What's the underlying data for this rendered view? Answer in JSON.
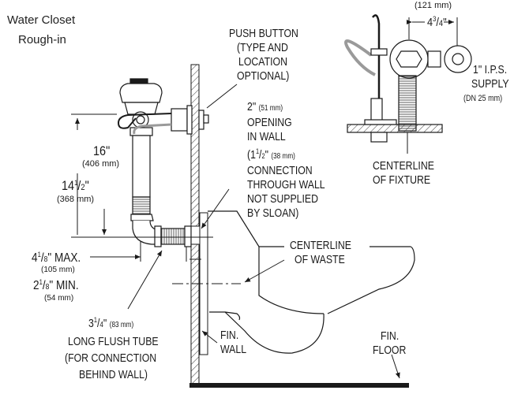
{
  "title": {
    "line1": "Water Closet",
    "line2": "Rough-in"
  },
  "labels": {
    "push_button": [
      "PUSH BUTTON",
      "(TYPE AND",
      "LOCATION",
      "OPTIONAL)"
    ],
    "opening": {
      "size": "2\"",
      "size_mm": "(51 mm)",
      "lines_a": [
        "OPENING",
        "IN WALL"
      ],
      "conn_whole": "(1",
      "conn_num": "1",
      "conn_den": "2",
      "conn_unit": "\"",
      "conn_mm": "(38 mm)",
      "lines_b": [
        "CONNECTION",
        "THROUGH WALL",
        "NOT SUPPLIED",
        "BY SLOAN)"
      ]
    },
    "supply_width": {
      "mm": "(121 mm)",
      "whole": "4",
      "num": "3",
      "den": "4",
      "unit": "\""
    },
    "supply": [
      "1\" I.P.S.",
      "SUPPLY",
      "(DN  25 mm)"
    ],
    "centerline_fixture": [
      "CENTERLINE",
      "OF FIXTURE"
    ],
    "centerline_waste": [
      "CENTERLINE",
      "OF WASTE"
    ],
    "height_16": {
      "value": "16\"",
      "mm": "(406 mm)"
    },
    "height_14": {
      "whole": "14",
      "num": "1",
      "den": "2",
      "unit": "\"",
      "mm": "(368 mm)"
    },
    "max": {
      "whole": "4",
      "num": "1",
      "den": "8",
      "unit": "\" MAX.",
      "mm": "(105 mm)"
    },
    "min": {
      "whole": "2",
      "num": "1",
      "den": "8",
      "unit": "\" MIN.",
      "mm": "(54 mm)"
    },
    "flush_tube": {
      "whole": "3",
      "num": "1",
      "den": "4",
      "unit": "\"",
      "mm": "(83 mm)",
      "lines": [
        "LONG FLUSH TUBE",
        "(FOR CONNECTION",
        "BEHIND WALL)"
      ]
    },
    "fin_wall": [
      "FIN.",
      "WALL"
    ],
    "fin_floor": [
      "FIN.",
      "FLOOR"
    ]
  },
  "colors": {
    "line": "#1a1a1a",
    "gray_tube": "#9a9a9a",
    "hatch": "#333333"
  }
}
